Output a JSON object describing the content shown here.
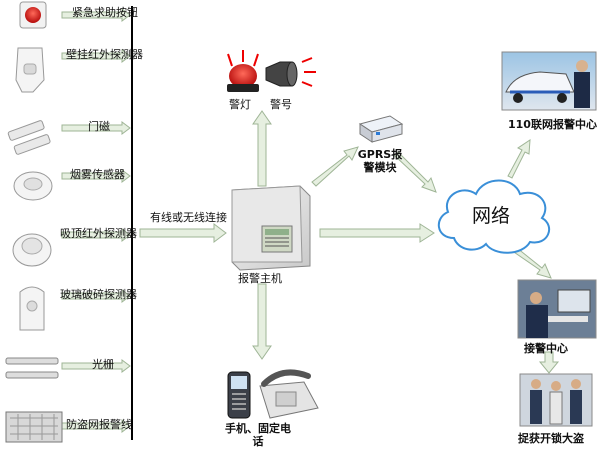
{
  "sensors": [
    {
      "label": "紧急求助按钮",
      "icon": "panic-button-icon"
    },
    {
      "label": "壁挂红外探测器",
      "icon": "wall-pir-detector-icon"
    },
    {
      "label": "门磁",
      "icon": "door-magnet-icon"
    },
    {
      "label": "烟雾传感器",
      "icon": "smoke-sensor-icon"
    },
    {
      "label": "吸顶红外探测器",
      "icon": "ceiling-pir-detector-icon"
    },
    {
      "label": "玻璃破碎探测器",
      "icon": "glass-break-detector-icon"
    },
    {
      "label": "光栅",
      "icon": "light-grating-icon"
    },
    {
      "label": "防盗网报警线",
      "icon": "anti-theft-net-icon"
    }
  ],
  "connection_label": "有线或无线连接",
  "host": {
    "label": "报警主机"
  },
  "siren_light": {
    "label": "警灯"
  },
  "siren_horn": {
    "label": "警号"
  },
  "gprs": {
    "line1": "GPRS报",
    "line2": "警模块"
  },
  "network": {
    "label": "网络"
  },
  "police110": {
    "label": "110联网报警中心"
  },
  "alarm_center": {
    "label": "接警中心"
  },
  "phone": {
    "line1": "手机、固定电",
    "line2": "话"
  },
  "capture": {
    "label": "捉获开锁大盗"
  },
  "colors": {
    "arrow_fill": "#e6efe0",
    "arrow_stroke": "#9fb596",
    "cloud_stroke": "#3a8fd8",
    "bus": "#000000"
  }
}
